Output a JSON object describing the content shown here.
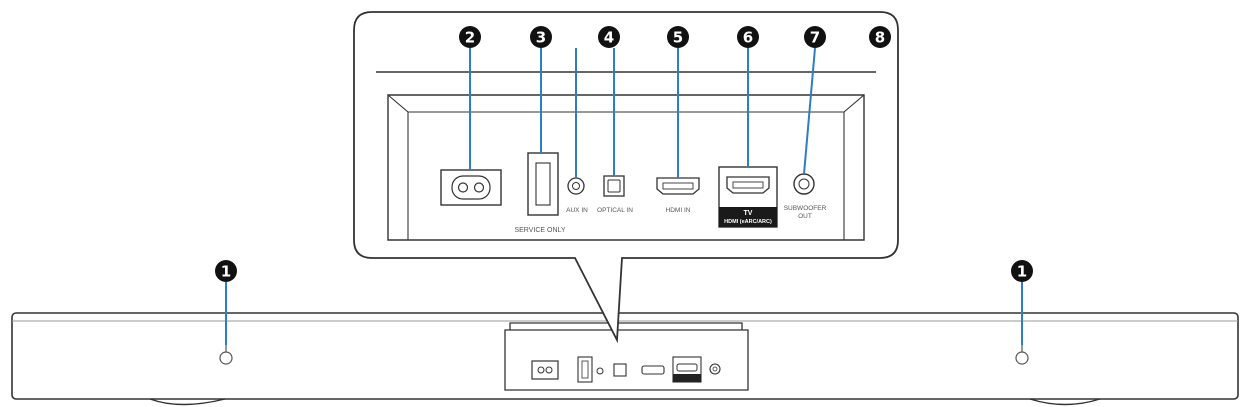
{
  "callouts": {
    "n1": "1",
    "n2": "2",
    "n3": "3",
    "n4": "4",
    "n5": "5",
    "n6": "6",
    "n7": "7",
    "n8": "8"
  },
  "ports": {
    "service": "SERVICE ONLY",
    "aux": "AUX IN",
    "optical": "OPTICAL IN",
    "hdmi_in": "HDMI IN",
    "tv_line1": "TV",
    "tv_line2": "HDMI (eARC/ARC)",
    "sub_line1": "SUBWOOFER",
    "sub_line2": "OUT"
  },
  "colors": {
    "callout_fill": "#111111",
    "callout_line": "#2f7dc4",
    "outline": "#333333"
  }
}
